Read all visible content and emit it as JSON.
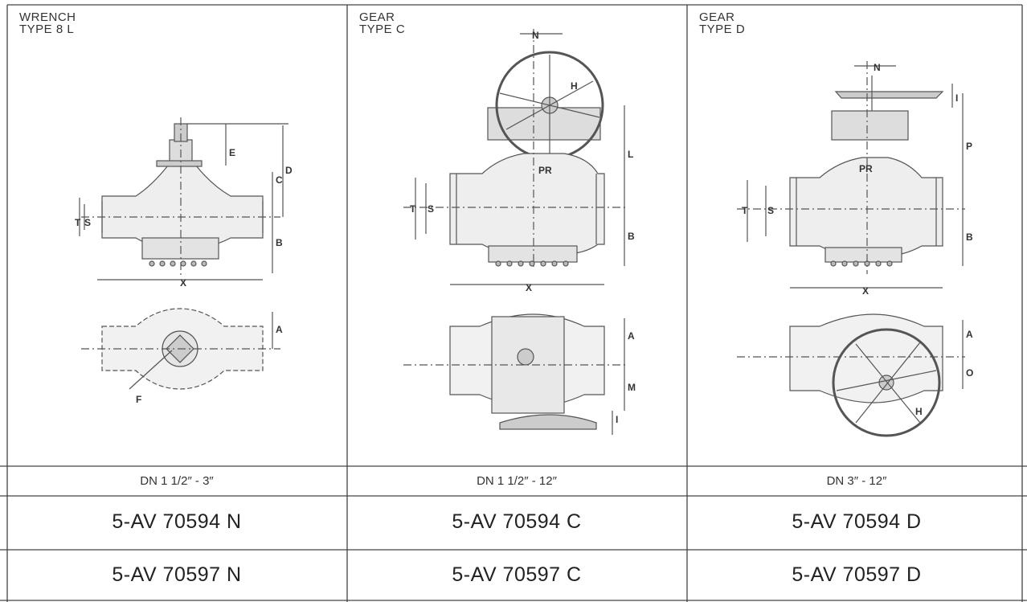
{
  "panels": [
    {
      "type_line1": "WRENCH",
      "type_line2": "TYPE 8 L",
      "dn_range": "DN 1 1/2″ - 3″",
      "code_1": "5-AV 70594 N",
      "code_2": "5-AV 70597 N"
    },
    {
      "type_line1": "GEAR",
      "type_line2": "TYPE C",
      "dn_range": "DN 1 1/2″ - 12″",
      "code_1": "5-AV 70594 C",
      "code_2": "5-AV 70597 C"
    },
    {
      "type_line1": "GEAR",
      "type_line2": "TYPE D",
      "dn_range": "DN 3″ - 12″",
      "code_1": "5-AV 70594 D",
      "code_2": "5-AV 70597 D"
    }
  ],
  "dimension_labels": {
    "wrench": [
      "E",
      "C",
      "D",
      "T",
      "S",
      "B",
      "X",
      "A",
      "F"
    ],
    "gear_c": [
      "N",
      "H",
      "PR",
      "L",
      "T",
      "S",
      "B",
      "X",
      "A",
      "M",
      "I"
    ],
    "gear_d": [
      "N",
      "I",
      "PR",
      "P",
      "T",
      "S",
      "B",
      "X",
      "A",
      "O",
      "H"
    ]
  }
}
